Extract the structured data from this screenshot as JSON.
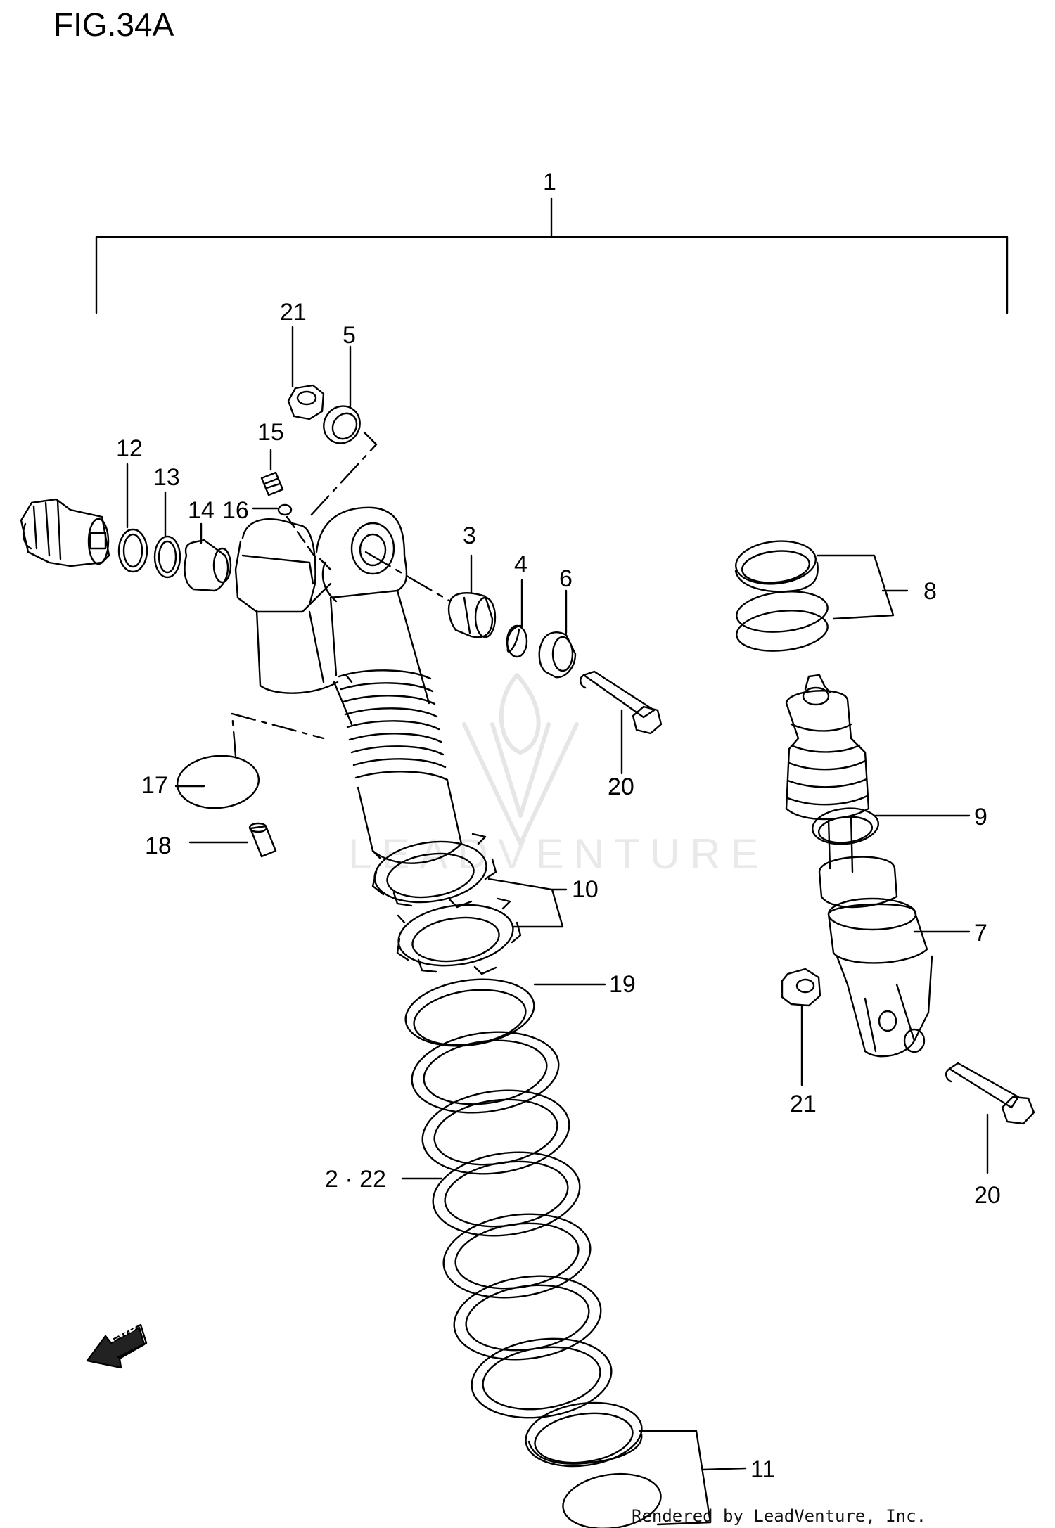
{
  "figure_title": "FIG.34A",
  "watermark_text": "LEADVENTURE",
  "credit": "Rendered by LeadVenture, Inc.",
  "fwd_label": "FWD",
  "callouts": {
    "c1": "1",
    "c2_22": "2 · 22",
    "c3": "3",
    "c4": "4",
    "c5": "5",
    "c6": "6",
    "c7": "7",
    "c8": "8",
    "c9": "9",
    "c10": "10",
    "c11": "11",
    "c12": "12",
    "c13": "13",
    "c14": "14",
    "c15": "15",
    "c16": "16",
    "c17": "17",
    "c18": "18",
    "c19": "19",
    "c20a": "20",
    "c20b": "20",
    "c21a": "21",
    "c21b": "21"
  }
}
